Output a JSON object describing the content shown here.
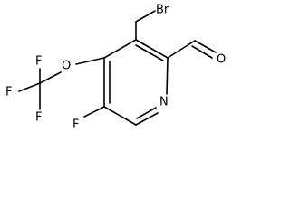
{
  "molecule": {
    "atoms": {
      "br": "Br",
      "o_ether": "O",
      "o_aldehyde": "O",
      "n_ring": "N",
      "f_ring": "F",
      "f_cf3_top": "F",
      "f_cf3_left": "F",
      "f_cf3_bottom": "F"
    }
  }
}
